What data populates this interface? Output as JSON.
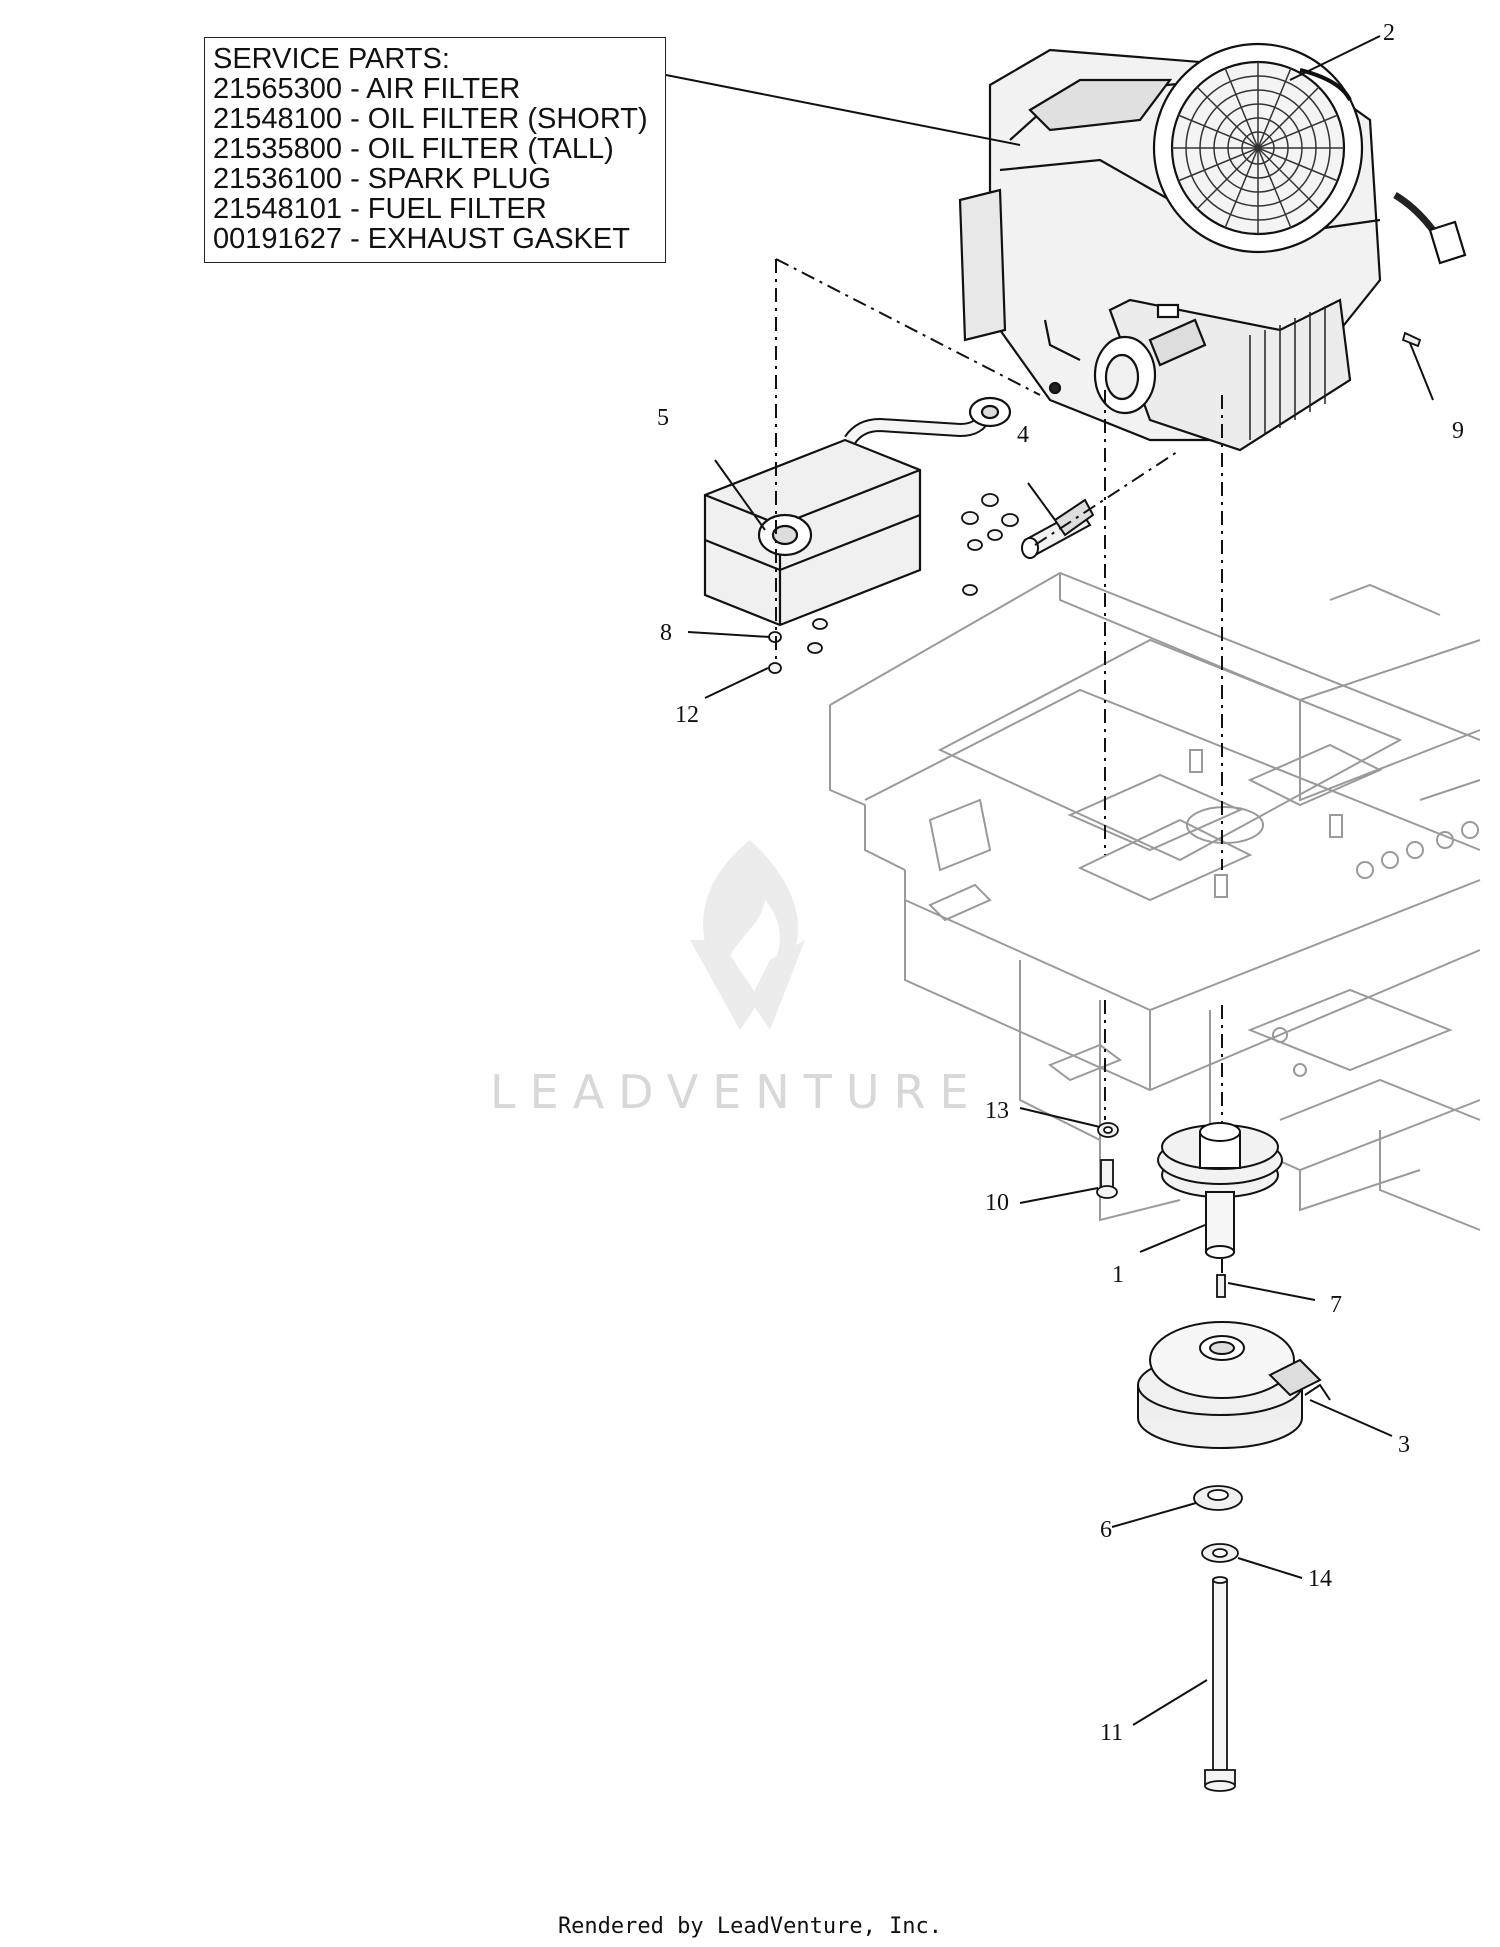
{
  "service_parts": {
    "title": "SERVICE PARTS:",
    "items": [
      "21565300 - AIR FILTER",
      "21548100 - OIL FILTER (SHORT)",
      "21535800 - OIL FILTER (TALL)",
      "21536100 - SPARK PLUG",
      "21548101 - FUEL FILTER",
      "00191627 - EXHAUST GASKET"
    ]
  },
  "callouts": [
    "1",
    "2",
    "3",
    "4",
    "5",
    "6",
    "7",
    "8",
    "9",
    "10",
    "11",
    "12",
    "13",
    "14"
  ],
  "watermark": {
    "text": "LEADVENTURE"
  },
  "footer": {
    "text": "Rendered by LeadVenture, Inc."
  }
}
